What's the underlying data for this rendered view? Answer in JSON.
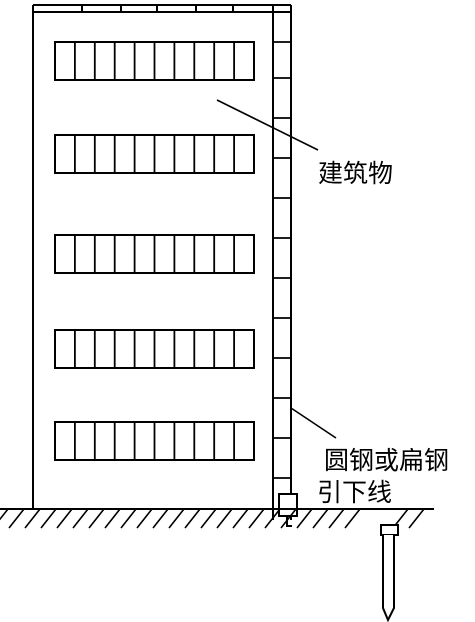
{
  "labels": {
    "building": "建筑物",
    "conductor_line1": "圆钢或扁钢",
    "conductor_line2": "引下线"
  },
  "building": {
    "window_rows": 5,
    "panes_per_row": 10
  },
  "colors": {
    "line": "#000000",
    "background": "#ffffff"
  }
}
